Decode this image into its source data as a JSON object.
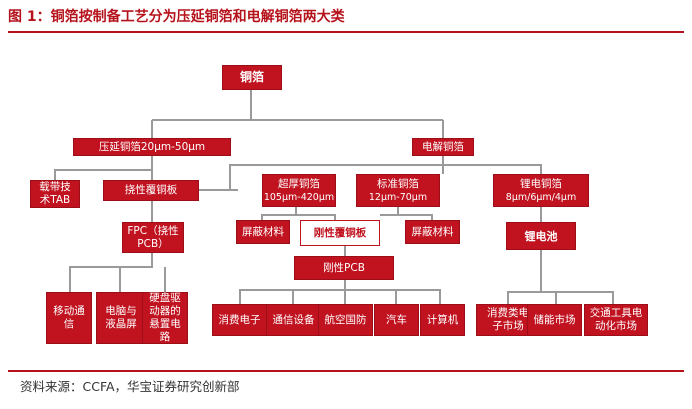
{
  "title": "图 1：铜箔按制备工艺分为压延铜箔和电解铜箔两大类",
  "source": "资料来源：CCFA，华宝证券研究创新部",
  "colors": {
    "accent": "#c0121f",
    "line": "#9a9a9a"
  },
  "nodes": {
    "root": "铜箔",
    "rolled": "压延铜箔20μm-50μm",
    "electro": "电解铜箔",
    "tape": "载带技\n术TAB",
    "flex_ccl": "挠性覆铜板",
    "fpc": "FPC（挠性\nPCB）",
    "mobile": "移动通\n信",
    "laptop": "电脑与\n液晶屏",
    "hdd": "硬盘驱\n动器的\n悬置电\n路",
    "ultra": "超厚铜箔",
    "ultra_spec": "105μm-420μm",
    "std": "标准铜箔",
    "std_spec": "12μm-70μm",
    "li": "锂电铜箔",
    "li_spec": "8μm/6μm/4μm",
    "shield1": "屏蔽材料",
    "rigid_ccl": "刚性覆铜板",
    "shield2": "屏蔽材料",
    "rigid_pcb": "刚性PCB",
    "li_battery": "锂电池",
    "consumer_elec": "消费电子",
    "telecom_equip": "通信设备",
    "aerospace": "航空国防",
    "auto": "汽车",
    "computer": "计算机",
    "consumer_market": "消费类电\n子市场",
    "storage_market": "储能市场",
    "transport_market": "交通工具电\n动化市场"
  }
}
